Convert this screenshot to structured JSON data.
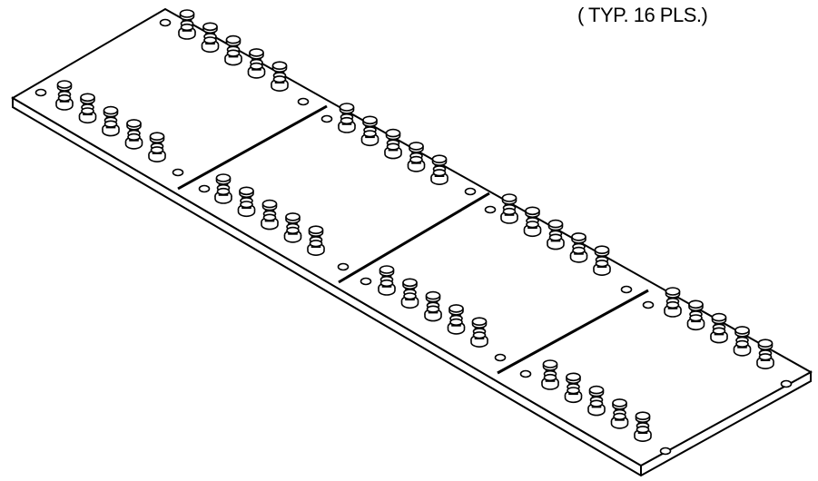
{
  "drawing": {
    "callout": "( TYP. 16 PLS.)",
    "plate_sections": 4,
    "studs_per_row": 5,
    "colors": {
      "line": "#000000",
      "fill": "#ffffff"
    }
  }
}
